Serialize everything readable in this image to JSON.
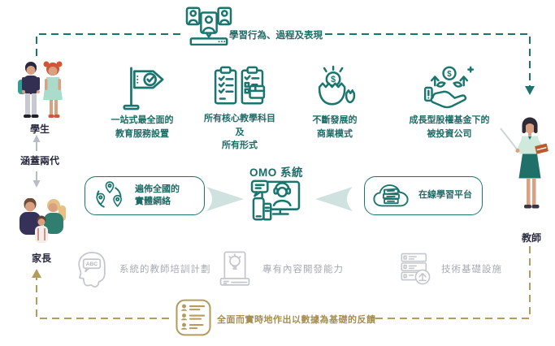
{
  "colors": {
    "teal": "#1b756f",
    "teal_text": "#1c6b65",
    "gold": "#b39c5e",
    "gold_text": "#a68d50",
    "gray_icon": "#c3c7cd",
    "gray_text": "#a6aab2",
    "dark_text": "#2a2a40",
    "pale_arrow": "#cfe2e0"
  },
  "glyphs": {
    "dollar": "$",
    "abc": "ABC"
  },
  "top": {
    "icon": "conference-screen-icon",
    "label": "學習行為、過程及表現"
  },
  "actors": {
    "students": {
      "label": "學生",
      "icon": "students-illustration"
    },
    "generations_note": "涵蓋兩代",
    "parents": {
      "label": "家長",
      "icon": "family-illustration"
    },
    "teacher": {
      "label": "教師",
      "icon": "teacher-illustration"
    }
  },
  "features": [
    {
      "icon": "flag-check-icon",
      "lines": [
        "一站式最全面的",
        "教育服務設置"
      ]
    },
    {
      "icon": "clipboards-package-icon",
      "lines": [
        "所有核心教學科目",
        "及",
        "所有形式"
      ]
    },
    {
      "icon": "egg-dollar-icon",
      "lines": [
        "不斷發展的",
        "商業模式"
      ]
    },
    {
      "icon": "hand-growth-icon",
      "lines": [
        "成長型股權基金下的",
        "被投資公司"
      ]
    }
  ],
  "omo": {
    "title": "OMO 系統",
    "icon": "omo-terminal-icon",
    "left_pill": {
      "icon": "map-pins-network-icon",
      "lines": [
        "遍佈全國的",
        "實體網絡"
      ]
    },
    "right_pill": {
      "icon": "cloud-books-icon",
      "label": "在線學習平台"
    }
  },
  "capabilities": [
    {
      "icon": "teacher-training-icon",
      "label": "系統的教師培訓計劃"
    },
    {
      "icon": "content-development-icon",
      "label": "專有內容開發能力"
    },
    {
      "icon": "tech-infrastructure-icon",
      "label": "技術基礎設施"
    }
  ],
  "feedback": {
    "icon": "roster-list-icon",
    "label": "全面而實時地作出以數據為基礎的反饋"
  }
}
